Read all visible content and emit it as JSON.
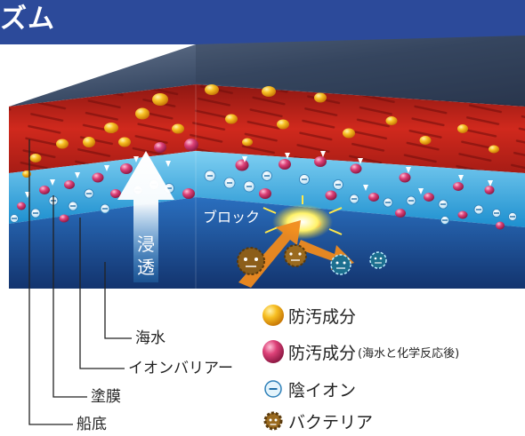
{
  "header": {
    "title": "ズム",
    "background": "#2c4a9a"
  },
  "diagram": {
    "block_label": "ブロック",
    "permeation_label_1": "浸",
    "permeation_label_2": "透"
  },
  "layer_labels": {
    "seawater": "海水",
    "ion_barrier": "イオンバリアー",
    "coating": "塗膜",
    "hull": "船底"
  },
  "legend": {
    "antifouling_orange": "防汚成分",
    "antifouling_pink": "防汚成分",
    "antifouling_pink_note": "(海水と化学反応後)",
    "anion": "陰イオン",
    "bacteria": "バクテリア"
  },
  "colors": {
    "top_face": "#3a4b66",
    "red_layer": "#c0251c",
    "ion_layer": "#2aa2d9",
    "hull_layer": "#1c57a8",
    "orange_ball": "#f3b21a",
    "pink_ball": "#d83a73",
    "bacteria": "#9a6a1f",
    "arrow": "#f08a1c"
  }
}
